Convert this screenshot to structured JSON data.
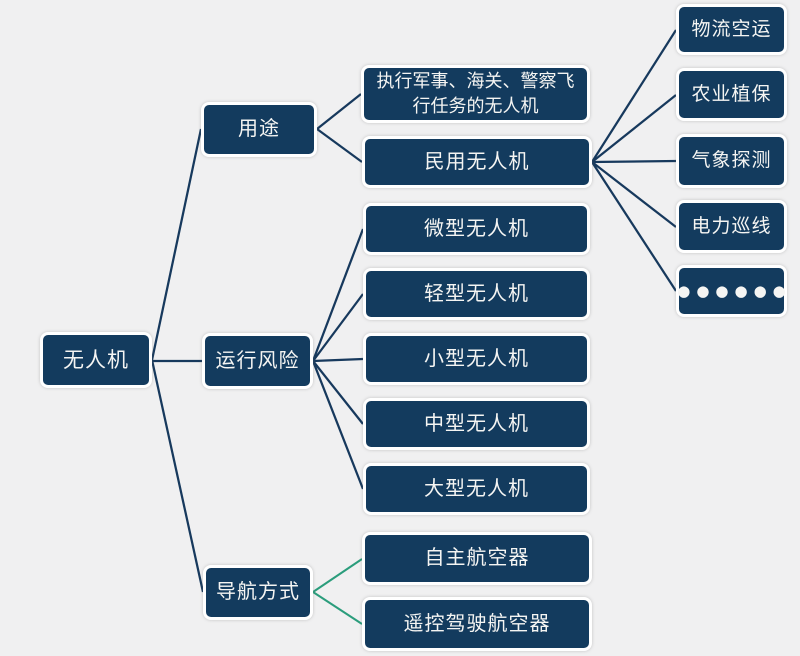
{
  "colors": {
    "background": "#f0f0f1",
    "node_fill": "#133b5e",
    "node_border": "#ffffff",
    "node_text": "#f5f5f3",
    "connector": "#17395d",
    "connector_green": "#2b9d7c"
  },
  "diagram": {
    "root": {
      "label": "无人机"
    },
    "branches": [
      {
        "label": "用途",
        "children": [
          {
            "label": "执行军事、海关、警察飞行任务的无人机"
          },
          {
            "label": "民用无人机",
            "children": [
              {
                "label": "物流空运"
              },
              {
                "label": "农业植保"
              },
              {
                "label": "气象探测"
              },
              {
                "label": "电力巡线"
              },
              {
                "label": "●●●●●●"
              }
            ]
          }
        ]
      },
      {
        "label": "运行风险",
        "children": [
          {
            "label": "微型无人机"
          },
          {
            "label": "轻型无人机"
          },
          {
            "label": "小型无人机"
          },
          {
            "label": "中型无人机"
          },
          {
            "label": "大型无人机"
          }
        ]
      },
      {
        "label": "导航方式",
        "children": [
          {
            "label": "自主航空器"
          },
          {
            "label": "遥控驾驶航空器"
          }
        ]
      }
    ]
  }
}
